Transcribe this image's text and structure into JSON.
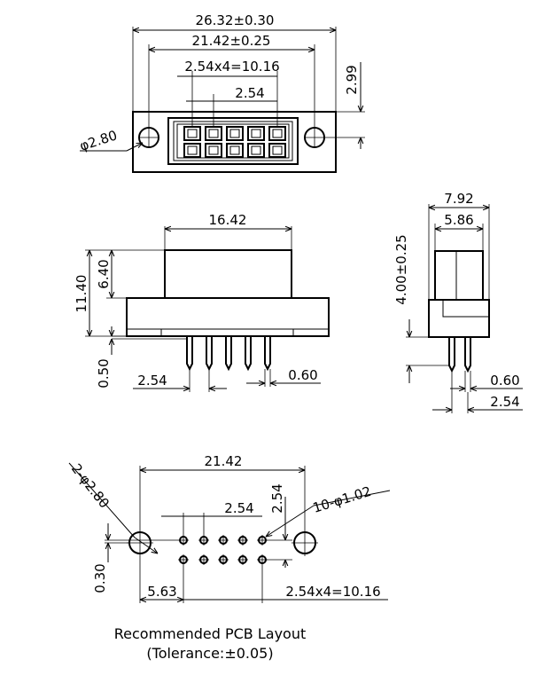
{
  "top_view": {
    "overall_width": "26.32±0.30",
    "hole_spacing": "21.42±0.25",
    "pin_span": "2.54x4=10.16",
    "pin_pitch": "2.54",
    "height": "2.99",
    "hole_dia": "φ2.80"
  },
  "front_view": {
    "housing_width": "16.42",
    "total_height": "11.40",
    "upper_height": "6.40",
    "pin_offset": "0.50",
    "pin_pitch": "2.54",
    "pin_width": "0.60"
  },
  "side_view": {
    "outer_width": "7.92",
    "inner_width": "5.86",
    "height": "4.00±0.25",
    "pin_width": "0.60",
    "pin_pitch": "2.54"
  },
  "pcb_layout": {
    "hole_spacing": "21.42",
    "mount_holes": "2-φ2.80",
    "pin_holes": "10-φ1.02",
    "pitch_x": "2.54",
    "pitch_y": "2.54",
    "offset_y": "0.30",
    "offset_x": "5.63",
    "pin_span": "2.54x4=10.16"
  },
  "caption": {
    "line1": "Recommended PCB Layout",
    "line2": "(Tolerance:±0.05)"
  }
}
